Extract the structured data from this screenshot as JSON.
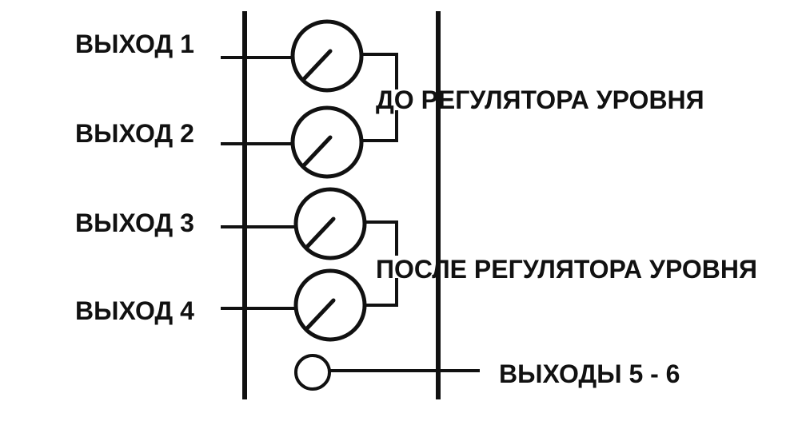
{
  "outputs": [
    {
      "label": "ВЫХОД 1"
    },
    {
      "label": "ВЫХОД 2"
    },
    {
      "label": "ВЫХОД 3"
    },
    {
      "label": "ВЫХОД 4"
    }
  ],
  "groups": {
    "pre_level": {
      "label": "ДО РЕГУЛЯТОРА УРОВНЯ"
    },
    "post_level": {
      "label": "ПОСЛЕ РЕГУЛЯТОРА УРОВНЯ"
    }
  },
  "extra_outputs": {
    "label": "ВЫХОДЫ 5 - 6"
  }
}
